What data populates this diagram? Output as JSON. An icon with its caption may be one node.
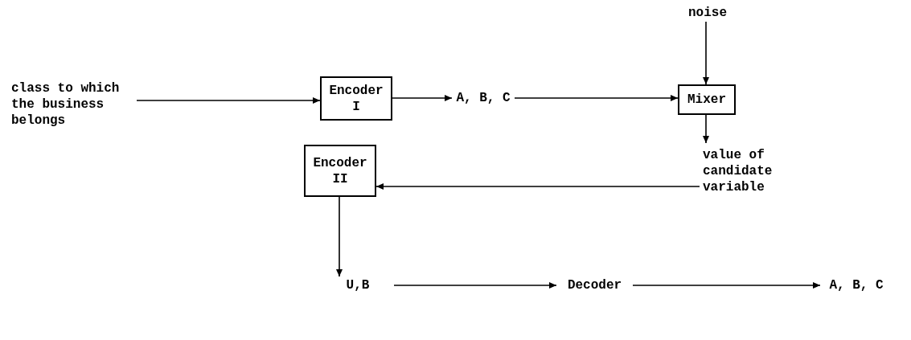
{
  "diagram": {
    "nodes": [
      {
        "text": [
          "class to which the business belongs"
        ]
      },
      {
        "text": [
          "Encoder I"
        ]
      },
      {
        "text": [
          "A, B, C"
        ]
      },
      {
        "text": [
          "noise"
        ]
      },
      {
        "text": [
          "Mixer"
        ]
      },
      {
        "text": [
          "value of candidate variable"
        ]
      },
      {
        "text": [
          "Encoder II"
        ]
      },
      {
        "text": [
          "U,B"
        ]
      },
      {
        "text": [
          "Decoder"
        ]
      },
      {
        "text": [
          "A, B, C"
        ]
      }
    ],
    "edges": [
      {
        "from": 0,
        "to": 1,
        "arrow": "to"
      },
      {
        "from": 1,
        "to": 2,
        "arrow": "to"
      },
      {
        "from": 2,
        "to": 4,
        "arrow": "to"
      },
      {
        "from": 3,
        "to": 4,
        "arrow": "to"
      },
      {
        "from": 4,
        "to": 5,
        "arrow": "to"
      },
      {
        "from": 5,
        "to": 6,
        "arrow": "to"
      },
      {
        "from": 6,
        "to": 7,
        "arrow": "to"
      },
      {
        "from": 7,
        "to": 8,
        "arrow": "to"
      },
      {
        "from": 8,
        "to": 9,
        "arrow": "to"
      }
    ]
  }
}
